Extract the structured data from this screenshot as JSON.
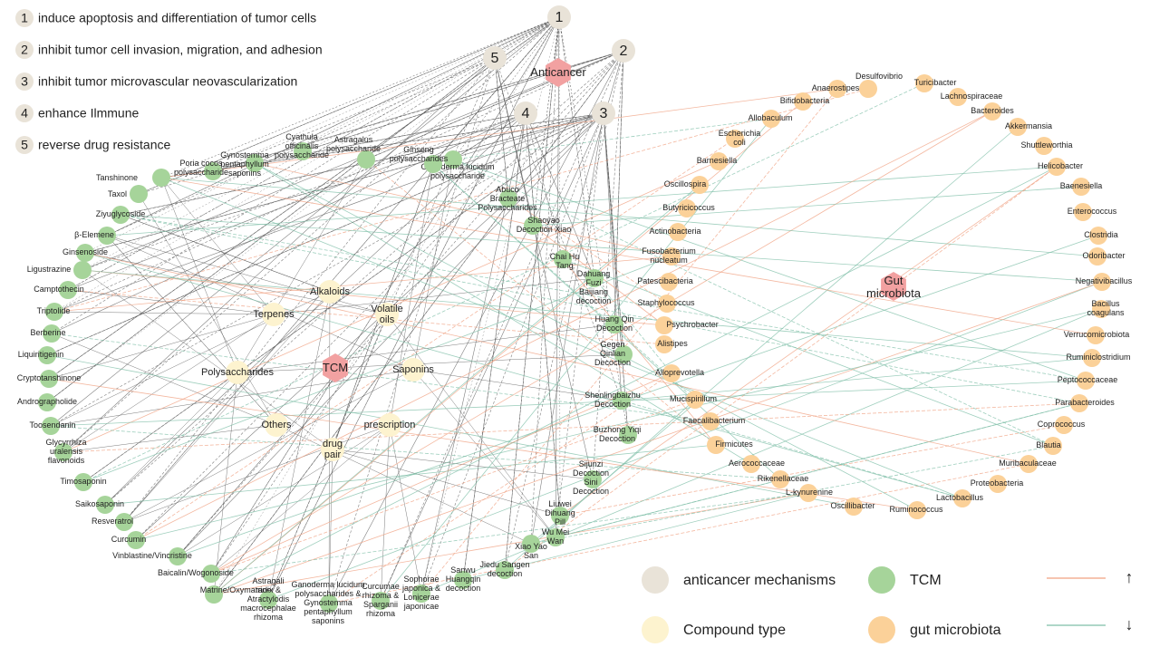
{
  "mechanisms": [
    {
      "num": "1",
      "text": "induce apoptosis and differentiation of tumor cells"
    },
    {
      "num": "2",
      "text": "inhibit tumor cell invasion, migration, and adhesion"
    },
    {
      "num": "3",
      "text": "inhibit tumor microvascular neovascularization"
    },
    {
      "num": "4",
      "text": "enhance Ilmmune"
    },
    {
      "num": "5",
      "text": "reverse drug resistance"
    }
  ],
  "hubs": {
    "anticancer": "Anticancer",
    "tcm": "TCM",
    "gut": "Gut microbiota"
  },
  "compound_types": [
    "Alkaloids",
    "Terpenes",
    "Volatile oils",
    "Polysaccharides",
    "Saponins",
    "Others",
    "prescription",
    "drug pair"
  ],
  "tcm_nodes": [
    "Tanshinone",
    "Taxol",
    "Ziyuglycoside",
    "β-Elemene",
    "Ginsenoside",
    "Ligustrazine",
    "Camptothecin",
    "Triptolide",
    "Berberine",
    "Liquiritigenin",
    "Cryptotanshinone",
    "Andrographolide",
    "Toosendanin",
    "Glycyrrhiza uralensis flavonoids",
    "Timosaponin",
    "Saikosaponin",
    "Resveratrol",
    "Curcumin",
    "Vinblastine/Vincristine",
    "Baicalin/Wogonoside",
    "Matrine/Oxymatrine",
    "Astragali radix & Atractylodis macrocephalae rhizoma",
    "Ganoderma lucidum polysaccharides & Gynostemma pentaphyllum saponins",
    "Curcumae rhizoma & Sparganii rhizoma",
    "Sophorae japonica & Lonicerae japonicae",
    "Sanwu Huangqin decoction",
    "Jiedu Sangen decoction",
    "Xiao Yao San",
    "Wu Mei Wan",
    "Liuwei Dihuang Pill",
    "Sijunzi Decoction Sini Decoction",
    "Buzhong Yiqi Decoction",
    "Shenlingbaizhu Decoction",
    "Gegen Qinlian Decoction",
    "Huang Qin Decoction",
    "Dahuang Fuzi Baijiang decoction",
    "Chai Hu Tang",
    "Shaoyao Decoction Xiao",
    "Abuco Bracteate Polysaccharides",
    "Ganoderma lucidum polysaccharide",
    "Ginseng polysaccharides",
    "Astragalus polysaccharide",
    "Cyathula officinalis polysaccharide",
    "Gynostemma pentaphyllum saponins",
    "Poria cocos polysaccharide"
  ],
  "gut_nodes": [
    "Desulfovibrio",
    "Turicibacter",
    "Lachnospiraceae",
    "Bacteroides",
    "Akkermansia",
    "Shuttleworthia",
    "Helicobacter",
    "Baenesiella",
    "Enterococcus",
    "Clostridia",
    "Odoribacter",
    "Negativibacillus",
    "Bacillus coagulans",
    "Verrucomicrobiota",
    "Ruminiclostridium",
    "Peptococcaceae",
    "Parabacteroides",
    "Coprococcus",
    "Blautia",
    "Muribaculaceae",
    "Proteobacteria",
    "Lactobacillus",
    "Ruminococcus",
    "Oscillibacter",
    "L-kynurenine",
    "Rikenellaceae",
    "Aerococcaceae",
    "Firmicutes",
    "Faecalibacterium",
    "Mucispirillum",
    "Alloprevotella",
    "Alistipes",
    "Psychrobacter",
    "Staphylococcus",
    "Patescibacteria",
    "Fusobacterium nucleatum",
    "Actinobacteria",
    "Butyricicoccus",
    "Oscillospira",
    "Barnesiella",
    "Escherichia coli",
    "Allobaculum",
    "Bifidobacteria",
    "Anaerostipes"
  ],
  "legend": {
    "mechanism": "anticancer mechanisms",
    "tcm": "TCM",
    "compound": "Compound type",
    "gut": "gut microbiota",
    "up_symbol": "↑",
    "down_symbol": "↓"
  },
  "colors": {
    "mechanism": "#e9e3d8",
    "tcm": "#a6d49a",
    "compound": "#fdf3cf",
    "gut": "#fbd199",
    "hub": "#f2a1a1",
    "up_edge": "#f0a080",
    "down_edge": "#7fbfa8",
    "mech_edge": "#555555"
  }
}
